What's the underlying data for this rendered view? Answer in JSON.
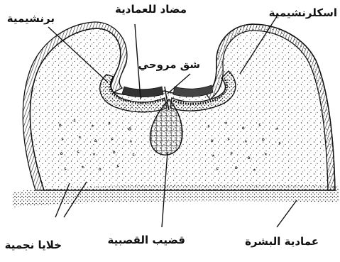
{
  "labels": {
    "branchial": "برنشيمية",
    "anti_columnar": "مضاد للعمادية",
    "sclerenchyma": "اسكلرنشيمية",
    "ciliated_slit": "شق مروحي",
    "stellate_cells": "خلايا نجمية",
    "rod": "قضيب القصبية",
    "epidermal_column": "عمادية البشرة"
  }
}
